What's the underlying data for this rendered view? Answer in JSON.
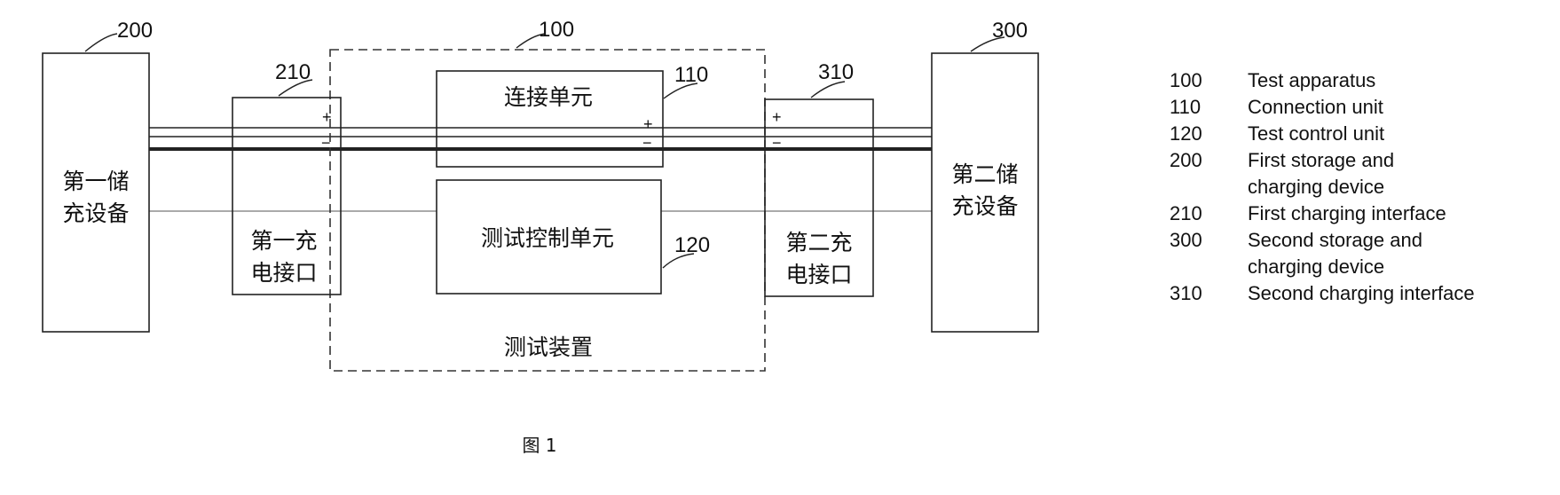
{
  "blocks": {
    "first_device": {
      "ref": "200",
      "name": "第一储\n充设备"
    },
    "first_interface": {
      "ref": "210",
      "name": "第一充\n电接口"
    },
    "test_apparatus": {
      "ref": "100",
      "name": "测试装置"
    },
    "connection_unit": {
      "ref": "110",
      "name": "连接单元"
    },
    "test_control_unit": {
      "ref": "120",
      "name": "测试控制单元"
    },
    "second_interface": {
      "ref": "310",
      "name": "第二充\n电接口"
    },
    "second_device": {
      "ref": "300",
      "name": "第二储\n充设备"
    }
  },
  "terminals": {
    "plus": "+",
    "minus": "−"
  },
  "caption": "图 1",
  "legend": [
    {
      "code": "100",
      "text": "Test apparatus"
    },
    {
      "code": "110",
      "text": "Connection unit"
    },
    {
      "code": "120",
      "text": "Test control unit"
    },
    {
      "code": "200",
      "text": "First storage and\ncharging device"
    },
    {
      "code": "210",
      "text": "First charging interface"
    },
    {
      "code": "300",
      "text": "Second storage and\ncharging device"
    },
    {
      "code": "310",
      "text": "Second charging interface"
    }
  ]
}
